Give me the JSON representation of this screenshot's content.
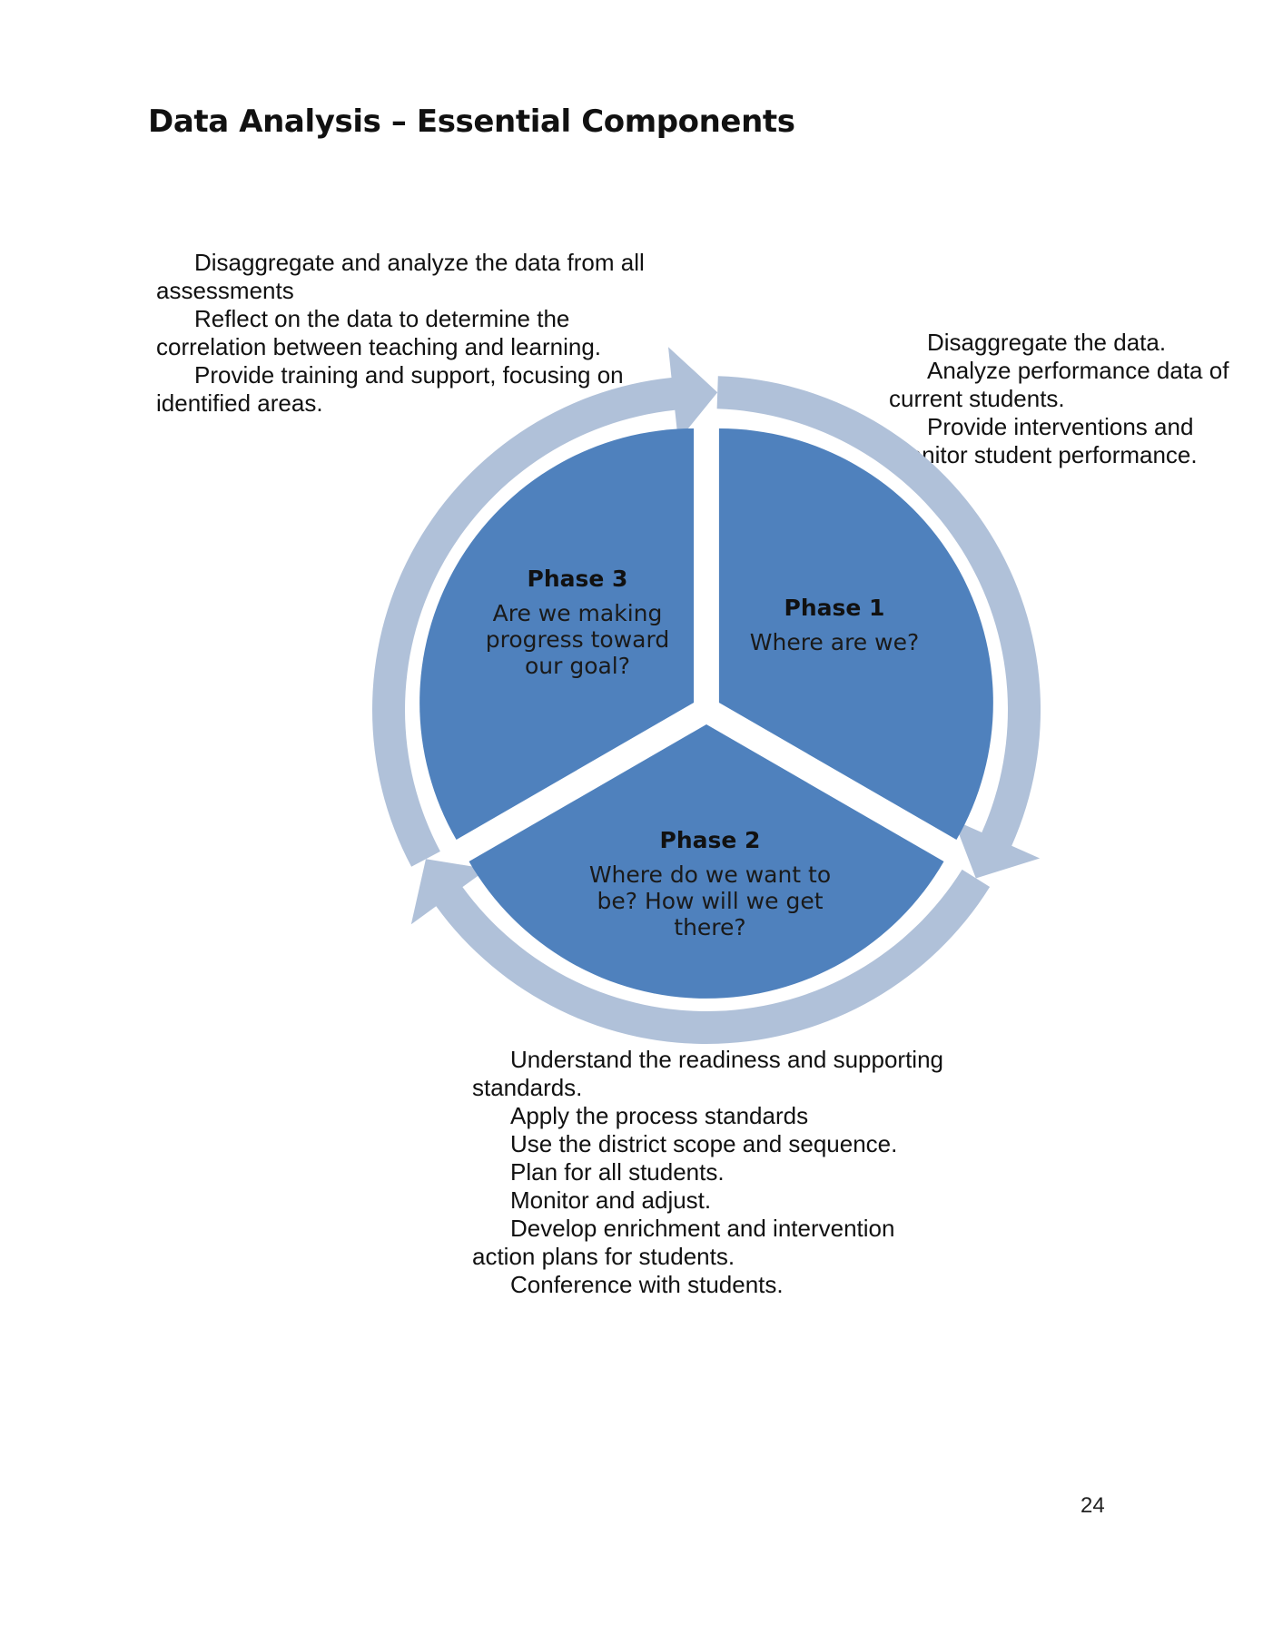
{
  "title": "Data Analysis – Essential Components",
  "colors": {
    "segment_fill": "#4f81bd",
    "arrow_fill": "#b0c1d9",
    "text": "#111111"
  },
  "notes": {
    "phase3": [
      "Disaggregate and analyze the data from all assessments",
      "Reflect on the data to determine the correlation between teaching and learning.",
      "Provide training and support, focusing on identified areas."
    ],
    "phase1": [
      "Disaggregate the data.",
      "Analyze performance data of current students.",
      "Provide interventions and monitor student performance."
    ],
    "phase2": [
      "Understand the readiness and supporting standards.",
      "Apply the process standards",
      "Use the district scope and sequence.",
      "Plan for all students.",
      "Monitor and adjust.",
      "Develop enrichment and intervention action plans for students.",
      "Conference with students."
    ]
  },
  "phases": {
    "phase1": {
      "title": "Phase 1",
      "question": [
        "Where are we?"
      ]
    },
    "phase2": {
      "title": "Phase 2",
      "question": [
        "Where do we want to",
        "be? How will we get",
        "there?"
      ]
    },
    "phase3": {
      "title": "Phase 3",
      "question": [
        "Are we making",
        "progress toward",
        "our goal?"
      ]
    }
  },
  "page_number": "24"
}
